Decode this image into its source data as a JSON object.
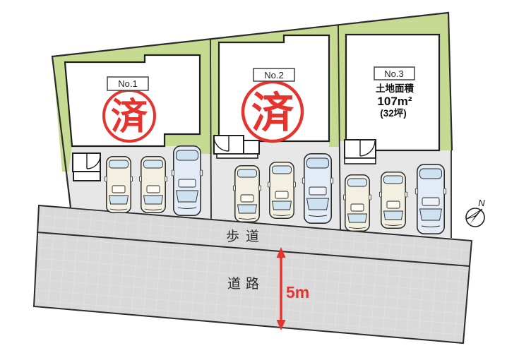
{
  "site": {
    "lots": [
      {
        "label": "No.1",
        "stamp": "済"
      },
      {
        "label": "No.2",
        "stamp": "済"
      },
      {
        "label": "No.3",
        "area_title": "土地面積",
        "area_value": "107m²",
        "area_tsubo": "(32坪)"
      }
    ]
  },
  "road": {
    "sidewalk_label": "歩道",
    "road_label": "道路",
    "width_label": "5m"
  },
  "compass": {
    "north_label": "N"
  },
  "parking": {
    "car_count": 9
  },
  "colors": {
    "site_green": "#c7da92",
    "parking_gray": "#e7e7e7",
    "road_gray": "#d9d9d9",
    "stamp_red": "#e5332e",
    "outline_dark": "#2b2b2b"
  }
}
